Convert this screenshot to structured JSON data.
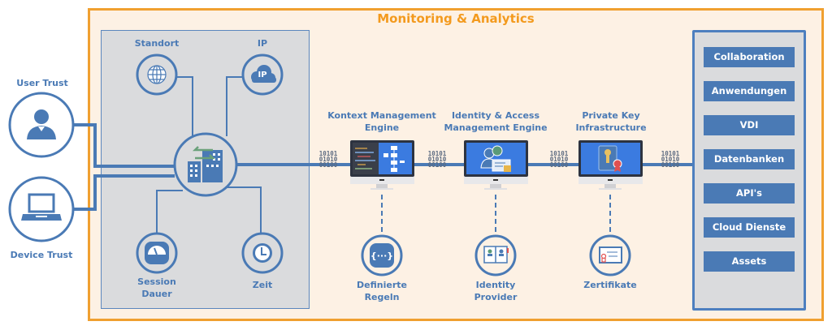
{
  "title": "Monitoring & Analytics",
  "trust": {
    "user": "User Trust",
    "device": "Device Trust"
  },
  "context": {
    "standort": "Standort",
    "ip": "IP",
    "ip_badge": "IP",
    "session_line1": "Session",
    "session_line2": "Dauer",
    "zeit": "Zeit"
  },
  "engines": [
    {
      "line1": "Kontext Management",
      "line2": "Engine",
      "source_line1": "Definierte",
      "source_line2": "Regeln"
    },
    {
      "line1": "Identity & Access",
      "line2": "Management Engine",
      "source_line1": "Identity",
      "source_line2": "Provider"
    },
    {
      "line1": "Private Key",
      "line2": "Infrastructure",
      "source_line1": "Zertifikate",
      "source_line2": ""
    }
  ],
  "binary": {
    "l1": "10101",
    "l2": "01010",
    "l3": "00100"
  },
  "resources": [
    "Collaboration",
    "Anwendungen",
    "VDI",
    "Datenbanken",
    "API's",
    "Cloud Dienste",
    "Assets"
  ],
  "colors": {
    "primary_blue": "#4a7ab5",
    "accent_orange": "#f39a1e",
    "panel_gray": "#dadbdd",
    "background_cream": "#fdf1e4",
    "screen_blue": "#3b7be0"
  }
}
